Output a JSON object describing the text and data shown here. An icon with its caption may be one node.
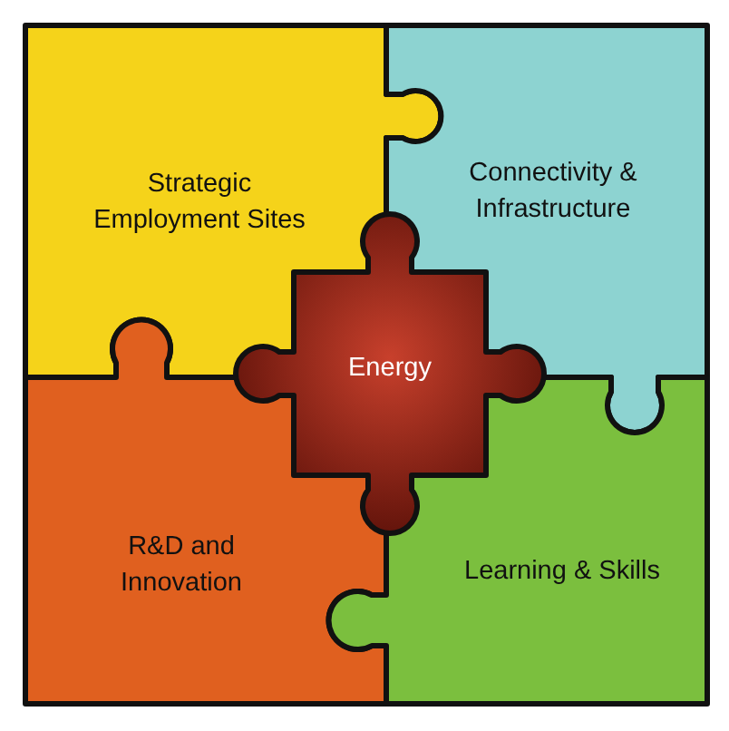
{
  "diagram": {
    "nodes": [
      {
        "text": [
          "Strategic Employment Sites"
        ]
      },
      {
        "text": [
          "Connectivity & Infrastructure"
        ]
      },
      {
        "text": [
          "R&D and Innovation"
        ]
      },
      {
        "text": [
          "Learning & Skills"
        ]
      },
      {
        "text": [
          "Energy"
        ]
      }
    ]
  }
}
